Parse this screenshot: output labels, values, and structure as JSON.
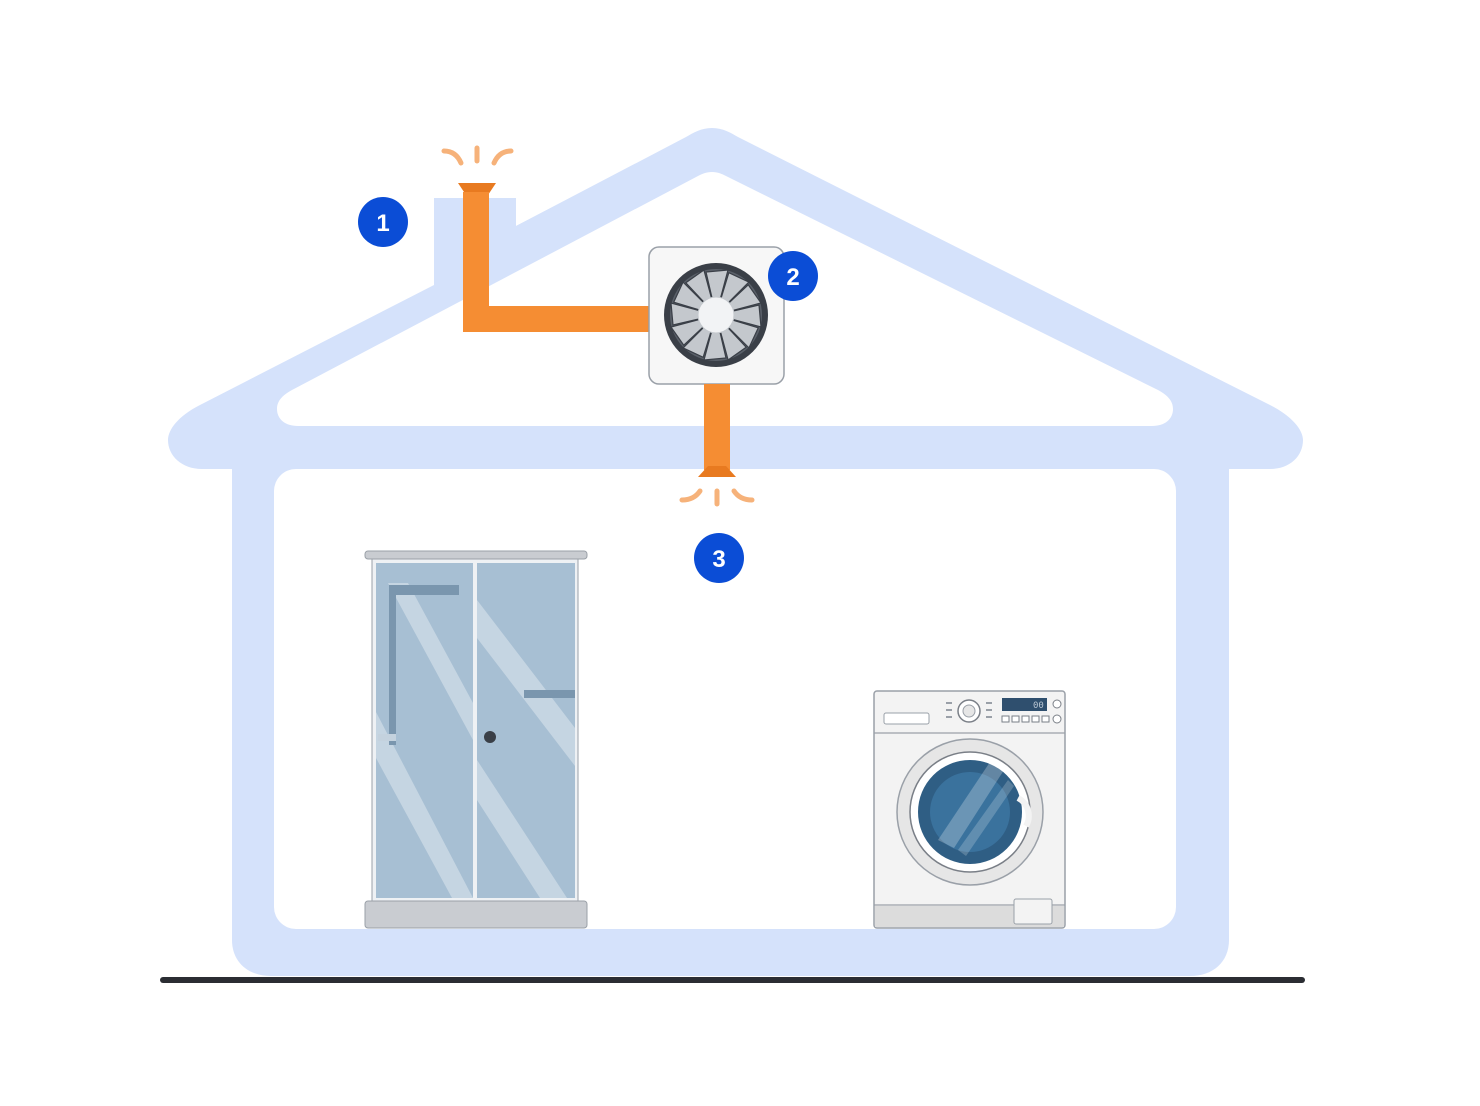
{
  "colors": {
    "house": "#d5e2fb",
    "duct": "#f58d33",
    "duct_dark": "#e87a20",
    "airflow": "#f6b27a",
    "badge": "#0b4dd6",
    "ground": "#2b2d33",
    "fan_body": "#f7f7f7",
    "fan_ring": "#3a3f47",
    "glass": "#a7bfd3",
    "frame": "#c9ccd1",
    "washer_body": "#f3f3f3",
    "washer_door": "#2f5e84"
  },
  "markers": [
    {
      "id": "roof-vent-marker",
      "label": "1"
    },
    {
      "id": "fan-unit-marker",
      "label": "2"
    },
    {
      "id": "room-extract-marker",
      "label": "3"
    }
  ],
  "washer": {
    "display_value": "00"
  },
  "icons": [
    "house-outline",
    "roof-exhaust-duct",
    "ventilation-fan",
    "extract-vent",
    "shower-cabin",
    "washing-machine",
    "ground-line"
  ]
}
